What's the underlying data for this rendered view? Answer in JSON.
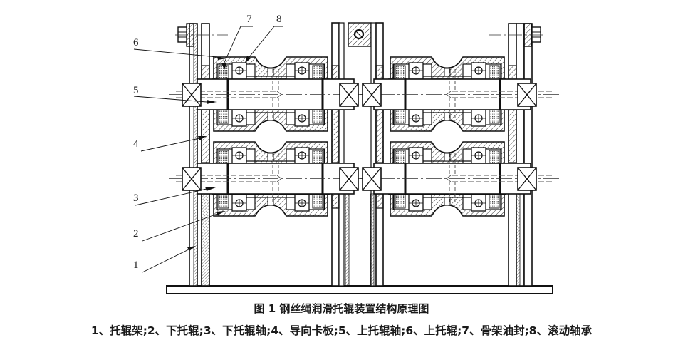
{
  "figure": {
    "caption": "图 1 钢丝绳润滑托辊装置结构原理图",
    "legend": "1、托辊架;2、下托辊;3、下托辊轴;4、导向卡板;5、上托辊轴;6、上托辊;7、骨架油封;8、滚动轴承",
    "callouts": [
      {
        "number": "1",
        "part": "托辊架"
      },
      {
        "number": "2",
        "part": "下托辊"
      },
      {
        "number": "3",
        "part": "下托辊轴"
      },
      {
        "number": "4",
        "part": "导向卡板"
      },
      {
        "number": "5",
        "part": "上托辊轴"
      },
      {
        "number": "6",
        "part": "上托辊"
      },
      {
        "number": "7",
        "part": "骨架油封"
      },
      {
        "number": "8",
        "part": "滚动轴承"
      }
    ]
  },
  "colors": {
    "line": "#111111",
    "hatch": "#333333",
    "background": "#ffffff"
  }
}
